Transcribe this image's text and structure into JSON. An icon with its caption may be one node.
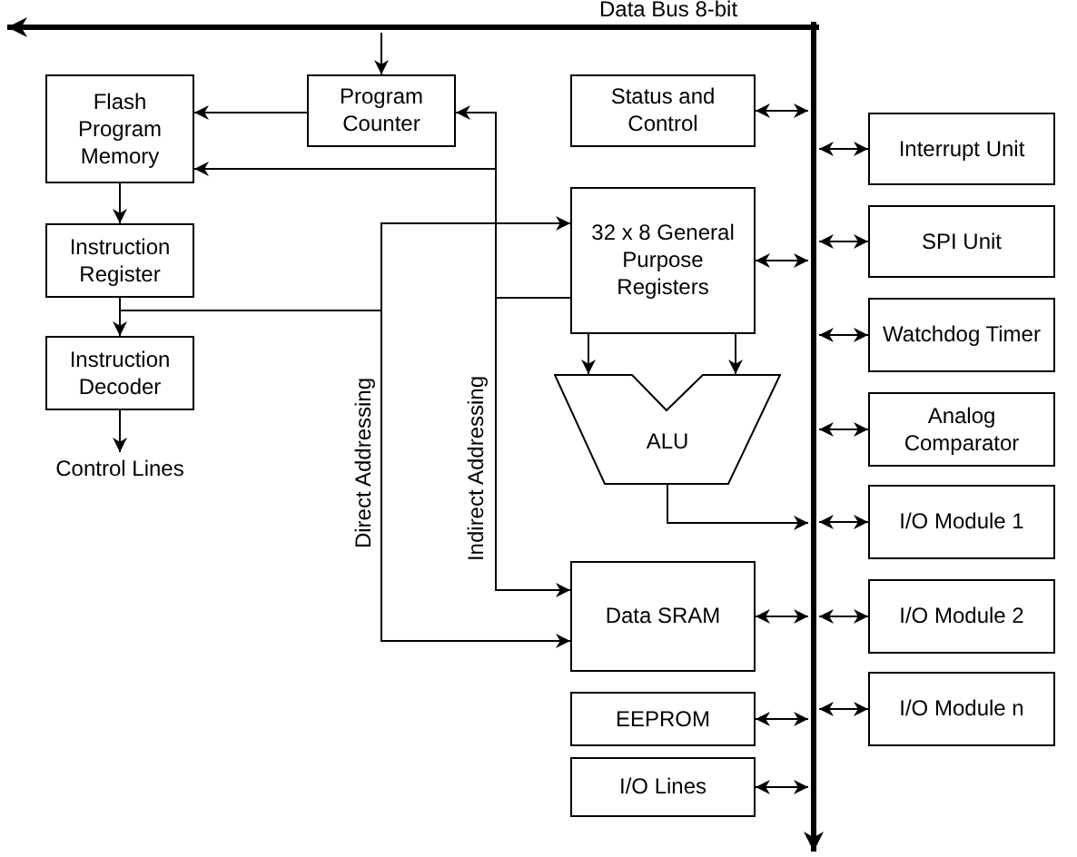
{
  "diagram": {
    "nodes": [
      {
        "text": [],
        "shape": "bar"
      },
      {
        "text": [],
        "shape": "bar"
      },
      {
        "text": [
          "Flash Program Memory"
        ]
      },
      {
        "text": [
          "Program Counter"
        ]
      },
      {
        "text": [
          "Instruction Register"
        ]
      },
      {
        "text": [
          "Instruction Decoder"
        ]
      },
      {
        "text": [
          "Control Lines"
        ]
      },
      {
        "text": [
          "Status and Control"
        ]
      },
      {
        "text": [
          "32 x 8 General Purpose Registers"
        ]
      },
      {
        "text": [
          "ALU"
        ]
      },
      {
        "text": [
          "Data SRAM"
        ]
      },
      {
        "text": [
          "EEPROM"
        ]
      },
      {
        "text": [
          "I/O Lines"
        ]
      },
      {
        "text": [
          "Interrupt Unit"
        ]
      },
      {
        "text": [
          "SPI Unit"
        ]
      },
      {
        "text": [
          "Watchdog Timer"
        ]
      },
      {
        "text": [
          "Analog Comparator"
        ]
      },
      {
        "text": [
          "I/O Module 1"
        ]
      },
      {
        "text": [
          "I/O Module 2"
        ]
      },
      {
        "text": [
          "I/O Module n"
        ]
      }
    ],
    "edges": [
      {
        "from": 0,
        "to": 3,
        "arrow": "to"
      },
      {
        "from": 3,
        "to": 2,
        "arrow": "to"
      },
      {
        "from": 8,
        "to": 2,
        "arrow": "to"
      },
      {
        "from": 8,
        "to": 3,
        "arrow": "to"
      },
      {
        "from": 8,
        "to": 10,
        "arrow": "to",
        "label": "Indirect Addressing"
      },
      {
        "from": 2,
        "to": 4,
        "arrow": "to"
      },
      {
        "from": 4,
        "to": 5,
        "arrow": "to"
      },
      {
        "from": 5,
        "to": 6,
        "arrow": "to"
      },
      {
        "from": 4,
        "to": 8,
        "arrow": "to"
      },
      {
        "from": 4,
        "to": 10,
        "arrow": "to",
        "label": "Direct Addressing"
      },
      {
        "from": 8,
        "to": 9,
        "arrow": "to"
      },
      {
        "from": 8,
        "to": 9,
        "arrow": "to"
      },
      {
        "from": 9,
        "to": 1,
        "arrow": "to"
      },
      {
        "from": 7,
        "to": 1,
        "arrow": "both"
      },
      {
        "from": 8,
        "to": 1,
        "arrow": "both"
      },
      {
        "from": 10,
        "to": 1,
        "arrow": "both"
      },
      {
        "from": 11,
        "to": 1,
        "arrow": "both"
      },
      {
        "from": 12,
        "to": 1,
        "arrow": "both"
      },
      {
        "from": 1,
        "to": 13,
        "arrow": "both"
      },
      {
        "from": 1,
        "to": 14,
        "arrow": "both"
      },
      {
        "from": 1,
        "to": 15,
        "arrow": "both"
      },
      {
        "from": 1,
        "to": 16,
        "arrow": "both"
      },
      {
        "from": 1,
        "to": 17,
        "arrow": "both"
      },
      {
        "from": 1,
        "to": 18,
        "arrow": "both"
      },
      {
        "from": 1,
        "to": 19,
        "arrow": "both"
      },
      {
        "from": 0,
        "to": null,
        "arrow": "to",
        "style": "thick"
      },
      {
        "from": 1,
        "to": null,
        "arrow": "to",
        "style": "thick"
      }
    ],
    "labels": [
      "Data Bus 8-bit"
    ]
  }
}
